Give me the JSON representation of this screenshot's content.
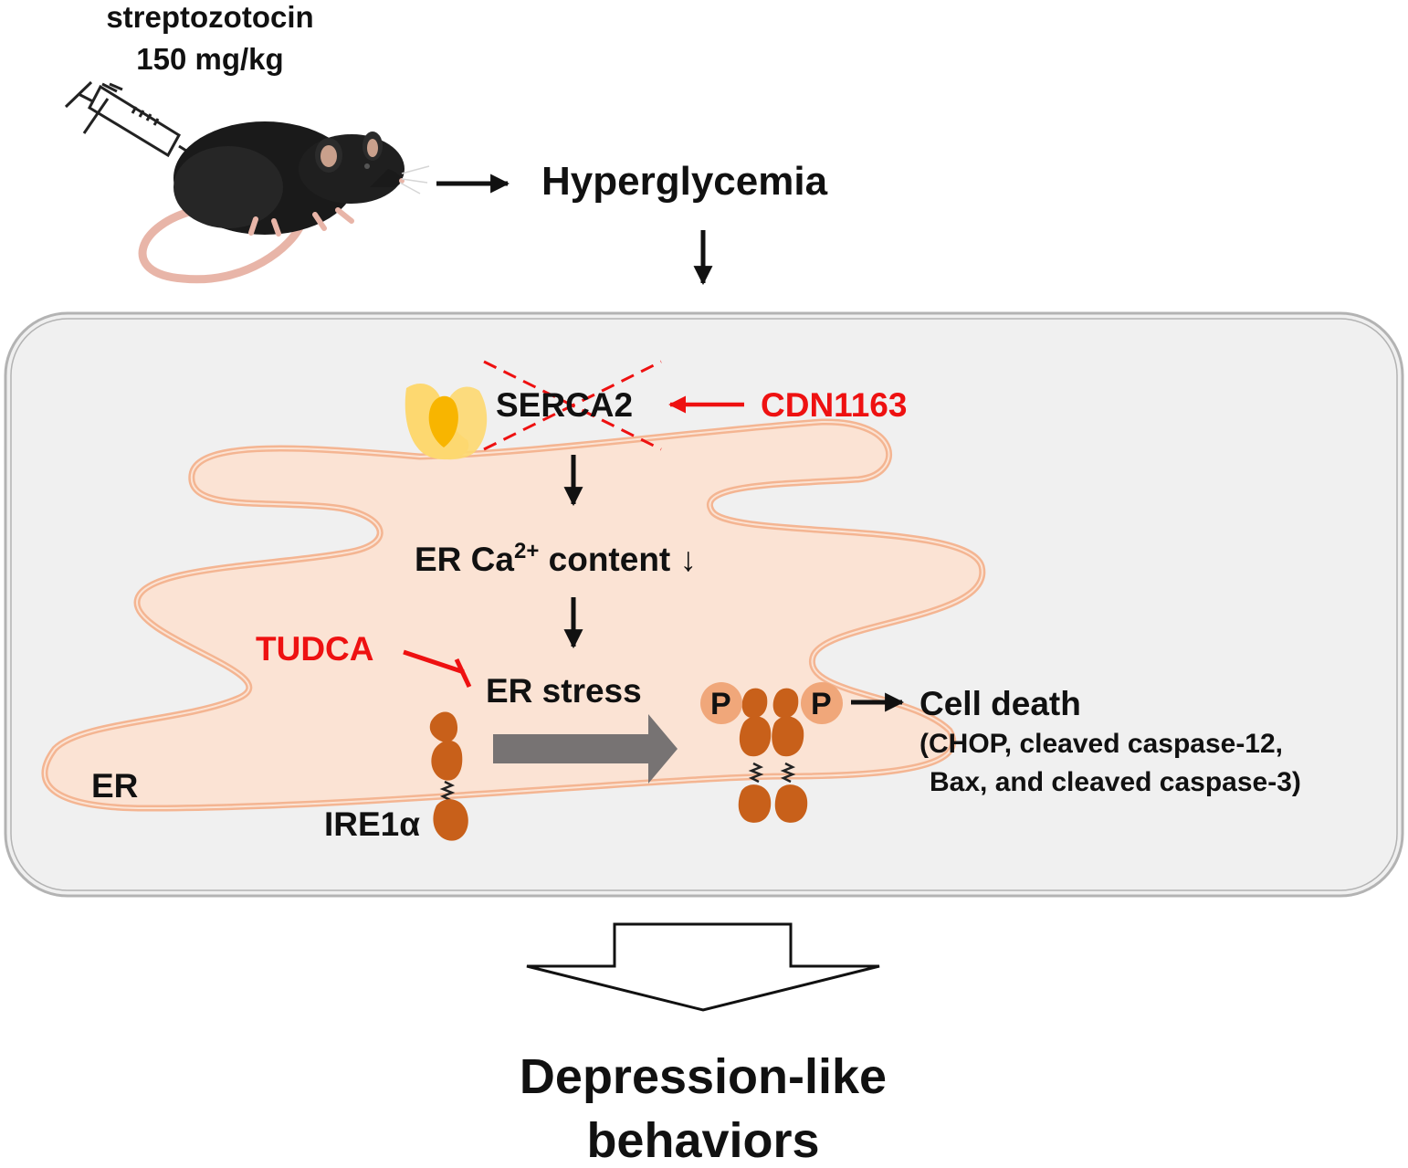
{
  "injection": {
    "drug": "streptozotocin",
    "dose": "150 mg/kg",
    "icon": "syringe-icon"
  },
  "animal": {
    "icon": "mouse-icon"
  },
  "nodes": {
    "hyperglycemia": "Hyperglycemia",
    "serca2": "SERCA2",
    "cdn1163": "CDN1163",
    "er_ca_prefix": "ER Ca",
    "er_ca_sup": "2+",
    "er_ca_suffix": " content ↓",
    "tudca": "TUDCA",
    "er_stress": "ER stress",
    "er_label": "ER",
    "ire1a": "IRE1α",
    "phospho_left": "P",
    "phospho_right": "P",
    "cell_death": "Cell death",
    "cell_death_markers_line1": "(CHOP, cleaved caspase-12,",
    "cell_death_markers_line2": "Bax, and cleaved caspase-3)",
    "outcome_line1": "Depression-like",
    "outcome_line2": "behaviors"
  },
  "colors": {
    "inhibitor": "#ee1111",
    "er_fill": "#fbe3d4",
    "er_membrane": "#f4b592",
    "cell_fill": "#f0f0f0",
    "cell_border": "#b3b3b3",
    "ire1_protein": "#c8601a",
    "phosphate": "#f0a77a",
    "serca_outer": "#fdd870",
    "serca_inner": "#f8b500",
    "big_arrow": "#777373"
  }
}
